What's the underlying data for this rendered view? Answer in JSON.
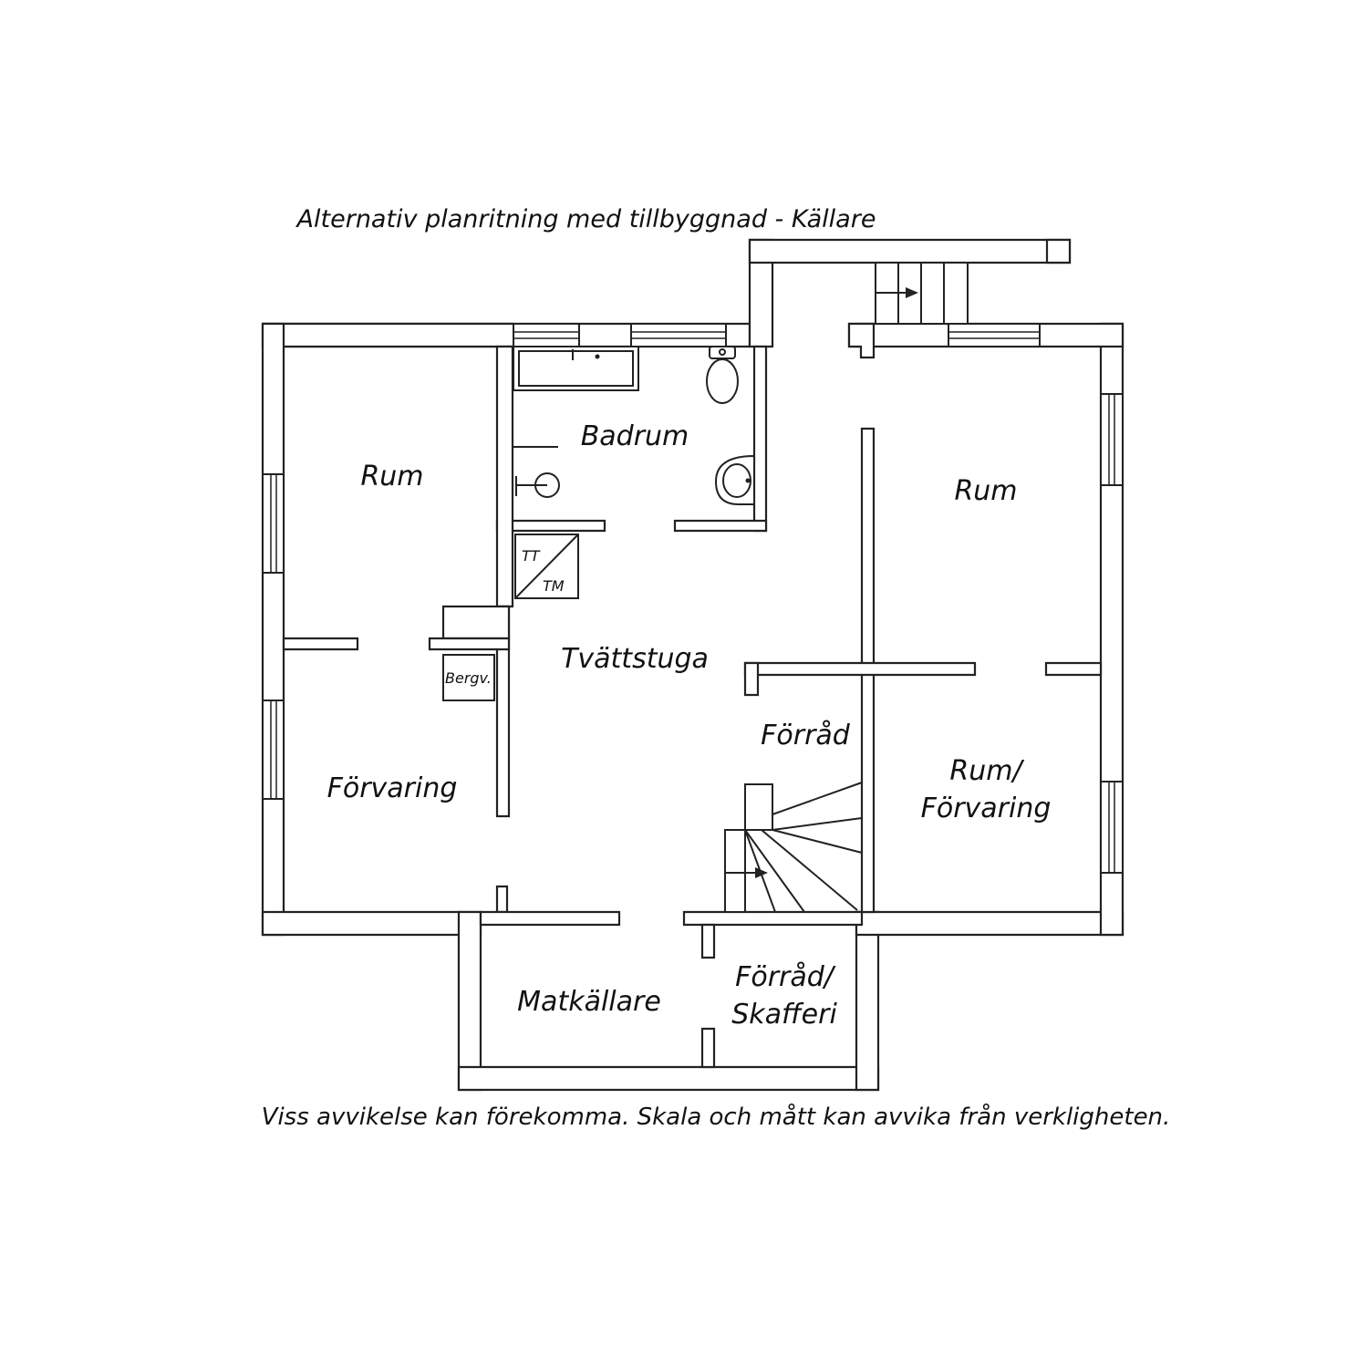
{
  "title": "Alternativ planritning med tillbyggnad - Källare",
  "disclaimer": "Viss avvikelse kan förekomma. Skala och mått kan avvika från verkligheten.",
  "rooms": {
    "rum_left": "Rum",
    "forvaring": "Förvaring",
    "badrum": "Badrum",
    "tvattstuga": "Tvättstuga",
    "rum_right": "Rum",
    "forrad": "Förråd",
    "rum_forvaring_line1": "Rum/",
    "rum_forvaring_line2": "Förvaring",
    "matkallare": "Matkällare",
    "forrad_skafferi_line1": "Förråd/",
    "forrad_skafferi_line2": "Skafferi"
  },
  "fixtures": {
    "tt": "TT",
    "tm": "TM",
    "bergv": "Bergv."
  }
}
